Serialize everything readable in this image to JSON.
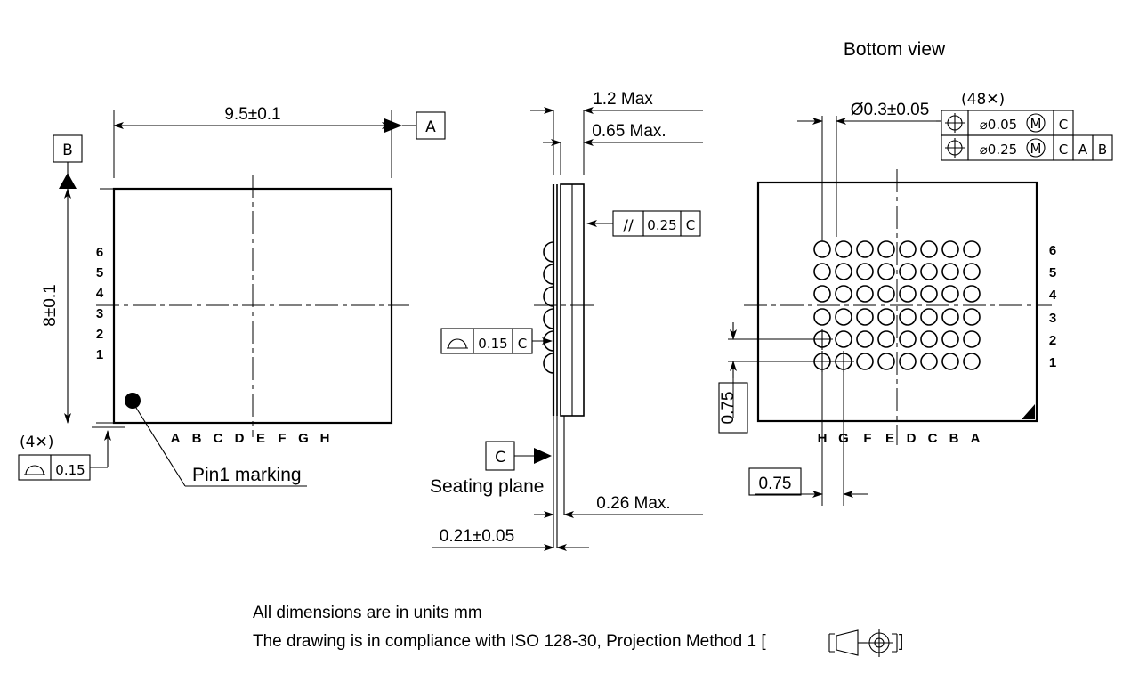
{
  "titles": {
    "bottom_view": "Bottom view"
  },
  "top_view": {
    "width_dim": "9.5±0.1",
    "height_dim": "8±0.1",
    "datum_a": "A",
    "datum_b": "B",
    "pin1_label": "Pin1 marking",
    "column_labels": [
      "A",
      "B",
      "C",
      "D",
      "E",
      "F",
      "G",
      "H"
    ],
    "row_labels": [
      "6",
      "5",
      "4",
      "3",
      "2",
      "1"
    ],
    "flatness_qty": "(4✕)",
    "flatness_symbol": "profile-of-surface-icon",
    "flatness_value": "0.15"
  },
  "side_view": {
    "total_height_dim": "1.2 Max",
    "body_height_dim": "0.65 Max.",
    "parallelism_symbol": "//",
    "parallelism_value": "0.25",
    "parallelism_datum": "C",
    "profile_symbol": "profile-of-surface-icon",
    "profile_value": "0.15",
    "profile_datum": "C",
    "datum_c": "C",
    "seating_plane_label": "Seating plane",
    "ball_standoff_dim": "0.26 Max.",
    "substrate_dim": "0.21±0.05"
  },
  "bottom_view": {
    "ball_dia_dim": "Ø0.3±0.05",
    "ball_qty": "(48✕)",
    "fcf_rows": [
      {
        "symbol": "position-icon",
        "tolerance": "⌀0.05",
        "modifier": "Ⓜ",
        "datums": [
          "C"
        ]
      },
      {
        "symbol": "position-icon",
        "tolerance": "⌀0.25",
        "modifier": "Ⓜ",
        "datums": [
          "C",
          "A",
          "B"
        ]
      }
    ],
    "pitch_vertical": "0.75",
    "pitch_horizontal": "0.75",
    "column_labels": [
      "H",
      "G",
      "F",
      "E",
      "D",
      "C",
      "B",
      "A"
    ],
    "row_labels": [
      "6",
      "5",
      "4",
      "3",
      "2",
      "1"
    ],
    "grid": {
      "columns": 8,
      "rows": 6,
      "total_balls": 48
    }
  },
  "notes": {
    "line1": "All dimensions are in units mm",
    "line2_prefix": "The drawing is in compliance with ISO 128-30, Projection Method 1 [",
    "line2_suffix": "]",
    "projection_symbol": "first-angle-projection-icon"
  },
  "colors": {
    "line": "#000000",
    "background": "#ffffff"
  }
}
